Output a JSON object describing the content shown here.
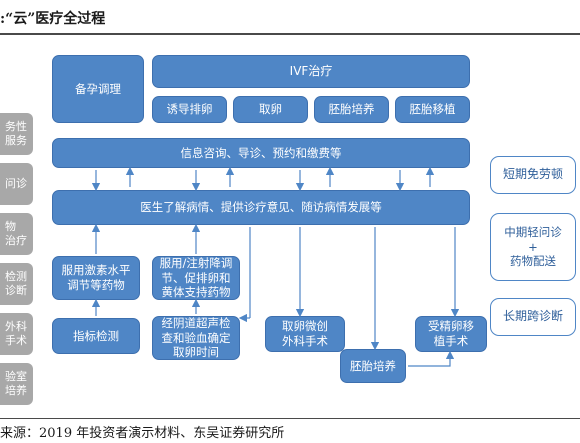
{
  "title": ":“云”医疗全过程",
  "footer": "来源：2019 年投资者演示材料、东吴证券研究所",
  "colors": {
    "primary": "#4f86c6",
    "gray": "#a8a8a8",
    "outline_text": "#2f5f9a"
  },
  "diagram": {
    "left_labels": [
      "务性\n服务",
      "问诊",
      "物\n治疗",
      "检测\n诊断",
      "外科\n手术",
      "验室\n培养"
    ],
    "prep": "备孕调理",
    "ivf": "IVF治疗",
    "ivf_steps": [
      "诱导排卵",
      "取卵",
      "胚胎培养",
      "胚胎移植"
    ],
    "consult": "信息咨询、导诊、预约和缴费等",
    "doctor": "医生了解病情、提供诊疗意见、随访病情发展等",
    "medication": [
      "服用激素水平\n调节等药物",
      "服用/注射降调\n节、促排卵和\n黄体支持药物"
    ],
    "procedures": [
      "指标检测",
      "经阴道超声检\n查和验血确定\n取卵时间",
      "取卵微创\n外科手术",
      "胚胎培养",
      "受精卵移\n植手术"
    ],
    "outcomes": [
      "短期免劳顿",
      "中期轻问诊\n+\n药物配送",
      "长期跨诊断"
    ]
  }
}
